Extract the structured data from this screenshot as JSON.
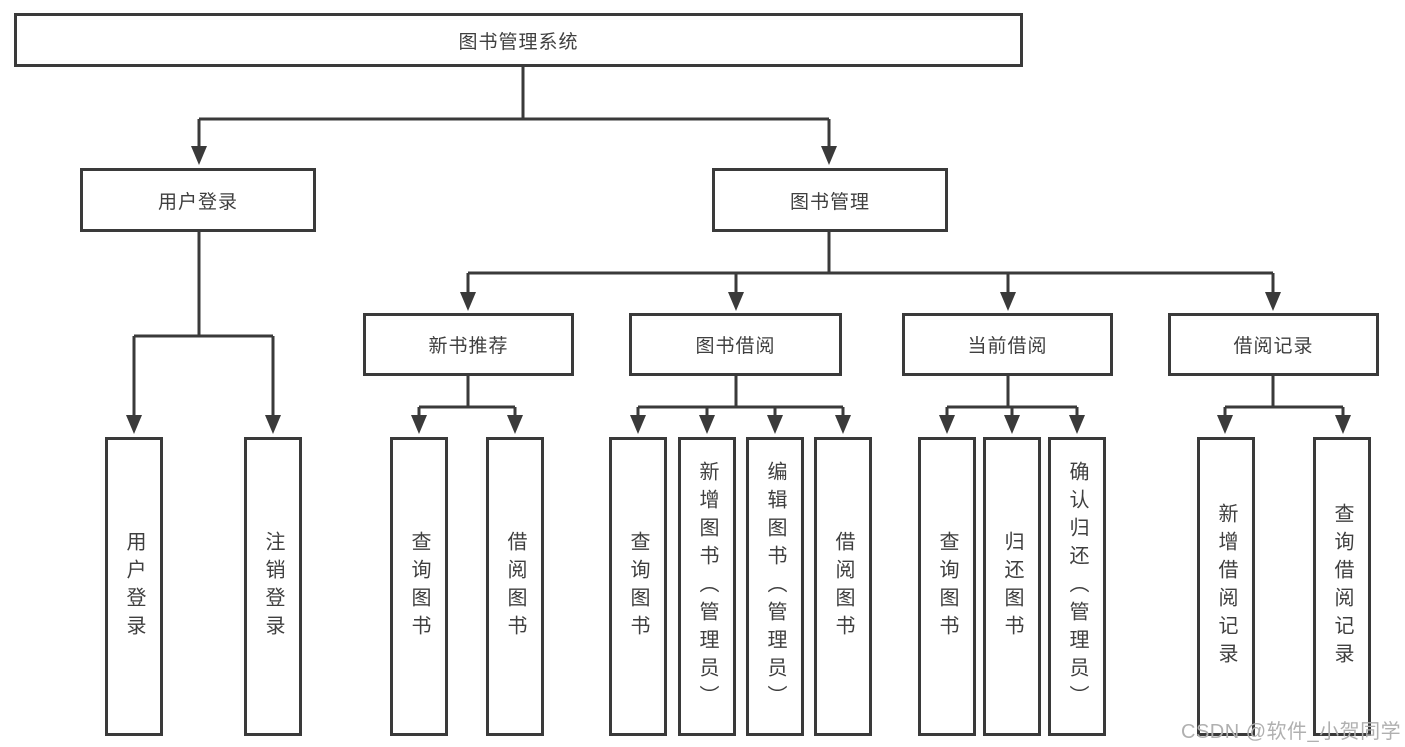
{
  "diagram": {
    "root": {
      "label": "图书管理系统"
    },
    "branches": [
      {
        "label": "用户登录",
        "children": [
          {
            "label": "用户登录"
          },
          {
            "label": "注销登录"
          }
        ]
      },
      {
        "label": "图书管理",
        "children": [
          {
            "label": "新书推荐",
            "children": [
              {
                "label": "查询图书"
              },
              {
                "label": "借阅图书"
              }
            ]
          },
          {
            "label": "图书借阅",
            "children": [
              {
                "label": "查询图书"
              },
              {
                "label": "新增图书（管理员）"
              },
              {
                "label": "编辑图书（管理员）"
              },
              {
                "label": "借阅图书"
              }
            ]
          },
          {
            "label": "当前借阅",
            "children": [
              {
                "label": "查询图书"
              },
              {
                "label": "归还图书"
              },
              {
                "label": "确认归还（管理员）"
              }
            ]
          },
          {
            "label": "借阅记录",
            "children": [
              {
                "label": "新增借阅记录"
              },
              {
                "label": "查询借阅记录"
              }
            ]
          }
        ]
      }
    ]
  },
  "watermark": {
    "text": "CSDN @软件_小贺同学"
  },
  "colors": {
    "line": "#3a3a3a",
    "text": "#3f3f3f",
    "watermark": "#b0b0b0",
    "background": "#ffffff"
  }
}
